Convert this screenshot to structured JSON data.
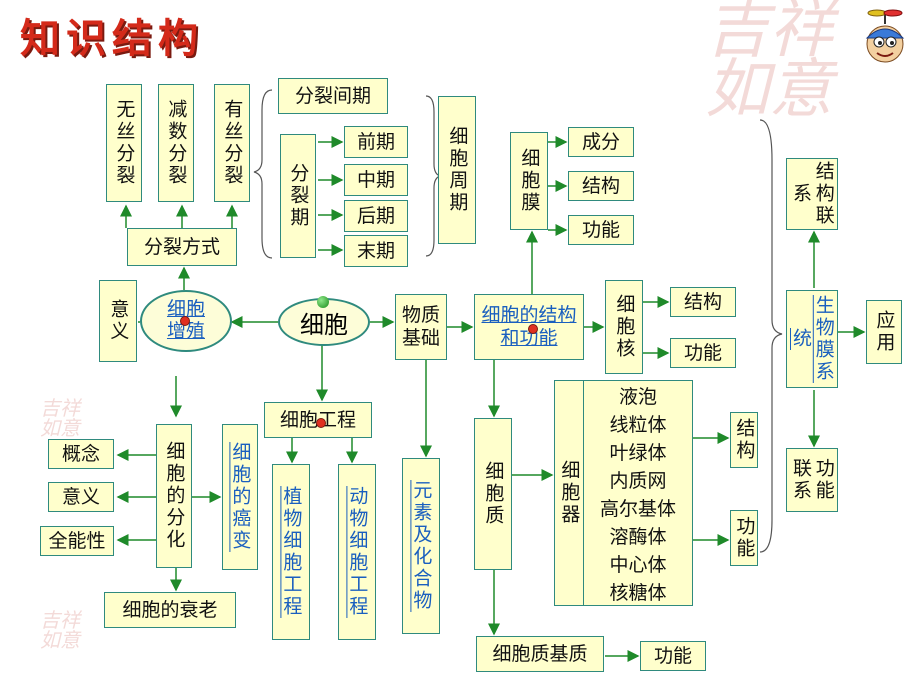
{
  "title": "知识结构",
  "nodes": {
    "wusi": "无丝分裂",
    "jianshu": "减数分裂",
    "yousi": "有丝分裂",
    "fenlie_fangshi": "分裂方式",
    "yiyi_left": "意义",
    "zengzhi": "细胞增殖",
    "xibao": "细胞",
    "jianqi": "分裂间期",
    "fenlieqi": "分裂期",
    "qianqi": "前期",
    "zhongqi": "中期",
    "houqi": "后期",
    "moqi": "末期",
    "zhouqi": "细胞周期",
    "wuzhi": "物质基础",
    "xibaomo": "细胞膜",
    "chengfen": "成分",
    "jiegou1": "结构",
    "gongneng1": "功能",
    "jiegou_gongneng": "细胞的结构和功能",
    "xibaohe": "细胞核",
    "jiegou2": "结构",
    "gongneng2": "功能",
    "xibaozhi": "细胞质",
    "xibaoqi": "细胞器",
    "organelles": [
      "液泡",
      "线粒体",
      "叶绿体",
      "内质网",
      "高尔基体",
      "溶酶体",
      "中心体",
      "核糖体"
    ],
    "jiegou3": "结构",
    "gongneng3": "功能",
    "jizhi": "细胞质基质",
    "gongneng4": "功能",
    "gongcheng": "细胞工程",
    "zhiwu": "植物细胞工程",
    "dongwu": "动物细胞工程",
    "yuansu": "元素及化合物",
    "gainian": "概念",
    "yiyi2": "意义",
    "quanneng": "全能性",
    "fenhua": "细胞的分化",
    "aibian": "细胞的癌变",
    "shuailao": "细胞的衰老",
    "jiegou_lianxi": "结构联系",
    "shengwumo": "生物膜系统",
    "gongneng_lianxi": "功能联系",
    "yingyong": "应用"
  }
}
